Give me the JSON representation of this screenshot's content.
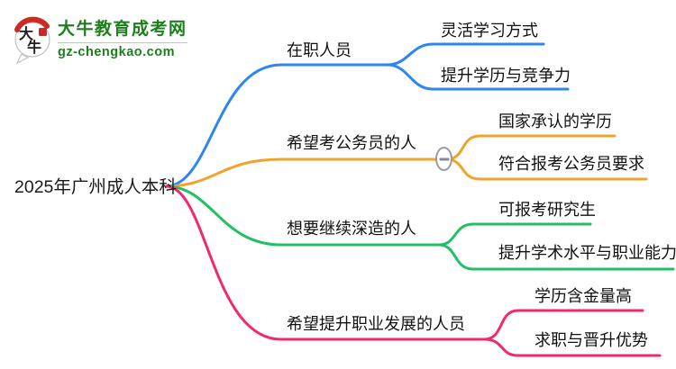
{
  "logo": {
    "site_name": "大牛教育成考网",
    "site_url": "gz-chengkao.com",
    "brand_color": "#1E7E1E",
    "icon": "daniu-speech-bubble-logo",
    "badge_characters": "大牛"
  },
  "mindmap": {
    "root": {
      "label": "2025年广州成人本科",
      "text_color": "#111111"
    },
    "branches": [
      {
        "label": "在职人员",
        "color": "#2E86F0",
        "children": [
          {
            "label": "灵活学习方式"
          },
          {
            "label": "提升学历与竞争力"
          }
        ]
      },
      {
        "label": "希望考公务员的人",
        "color": "#F0A32A",
        "collapse_icon": "minus-collapse-icon",
        "children": [
          {
            "label": "国家承认的学历"
          },
          {
            "label": "符合报考公务员要求"
          }
        ]
      },
      {
        "label": "想要继续深造的人",
        "color": "#22C064",
        "children": [
          {
            "label": "可报考研究生"
          },
          {
            "label": "提升学术水平与职业能力"
          }
        ]
      },
      {
        "label": "希望提升职业发展的人员",
        "color": "#F4286E",
        "children": [
          {
            "label": "学历含金量高"
          },
          {
            "label": "求职与晋升优势"
          }
        ]
      }
    ]
  }
}
